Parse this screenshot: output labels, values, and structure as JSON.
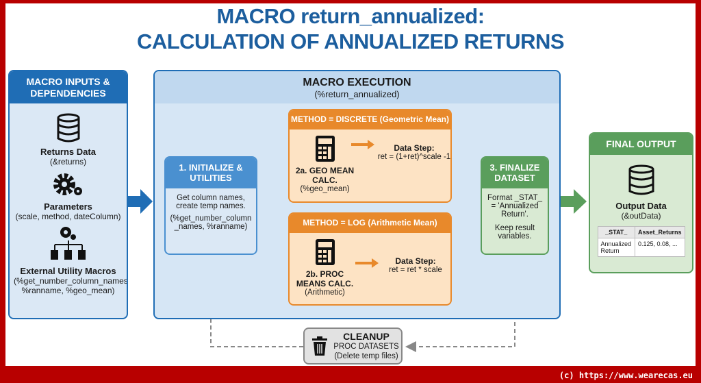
{
  "title": {
    "line1": "MACRO return_annualized:",
    "line2": "CALCULATION OF ANNUALIZED RETURNS"
  },
  "inputs": {
    "header": "MACRO INPUTS & DEPENDENCIES",
    "items": [
      {
        "label": "Returns Data",
        "sub": "(&returns)",
        "icon": "database-icon"
      },
      {
        "label": "Parameters",
        "sub": "(scale, method, dateColumn)",
        "icon": "gears-icon"
      },
      {
        "label": "External Utility Macros",
        "sub": "(%get_number_column_names, %ranname, %geo_mean)",
        "icon": "gear-hierarchy-icon"
      }
    ]
  },
  "execution": {
    "header": "MACRO EXECUTION",
    "sub": "(%return_annualized)",
    "init": {
      "header": "1. INITIALIZE & UTILITIES",
      "text": "Get column names, create temp names.",
      "sub": "(%get_number_column_names, %ranname)"
    },
    "discrete": {
      "header": "METHOD = DISCRETE (Geometric Mean)",
      "label": "2a. GEO MEAN CALC.",
      "sub": "(%geo_mean)",
      "step": "Data Step:",
      "formula": "ret = (1+ret)^scale -1"
    },
    "log": {
      "header": "METHOD = LOG (Arithmetic Mean)",
      "label": "2b. PROC MEANS CALC.",
      "sub": "(Arithmetic)",
      "step": "Data Step:",
      "formula": "ret = ret * scale"
    },
    "finalize": {
      "header": "3. FINALIZE DATASET",
      "text": "Format _STAT_ = 'Annualized Return'.",
      "text2": "Keep result variables."
    }
  },
  "output": {
    "header": "FINAL OUTPUT",
    "label": "Output Data",
    "sub": "(&outData)",
    "table": {
      "columns": [
        "_STAT_",
        "Asset_Returns"
      ],
      "rows": [
        [
          "Annualized Return",
          "0.125, 0.08, ..."
        ]
      ]
    }
  },
  "cleanup": {
    "title": "CLEANUP",
    "text": "PROC DATASETS",
    "sub": "(Delete temp files)"
  },
  "footer": "(c) https://www.wearecas.eu",
  "colors": {
    "frame": "#b80000",
    "blue": "#1f6db5",
    "orange": "#e8892b",
    "green": "#5a9e5c",
    "title": "#1c5e9e"
  }
}
